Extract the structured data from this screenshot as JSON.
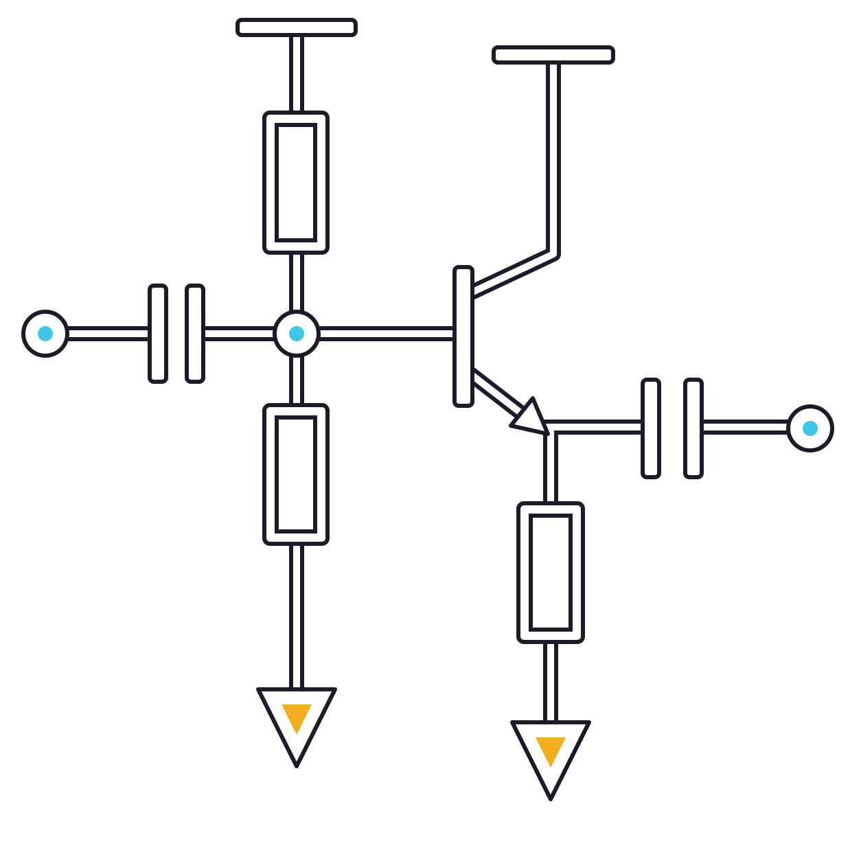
{
  "colors": {
    "line": "#1b1b2a",
    "fill": "#ffffff",
    "terminal": "#3ec6e8",
    "ground": "#f3ae1e"
  },
  "components": {
    "supply_rails": 2,
    "resistors": 3,
    "capacitors": 2,
    "transistors": 1,
    "terminals": 3,
    "grounds": 2
  },
  "terminal_icon": "dot-terminal-icon",
  "ground_icon": "ground-triangle-icon",
  "transistor_icon": "npn-transistor-icon"
}
